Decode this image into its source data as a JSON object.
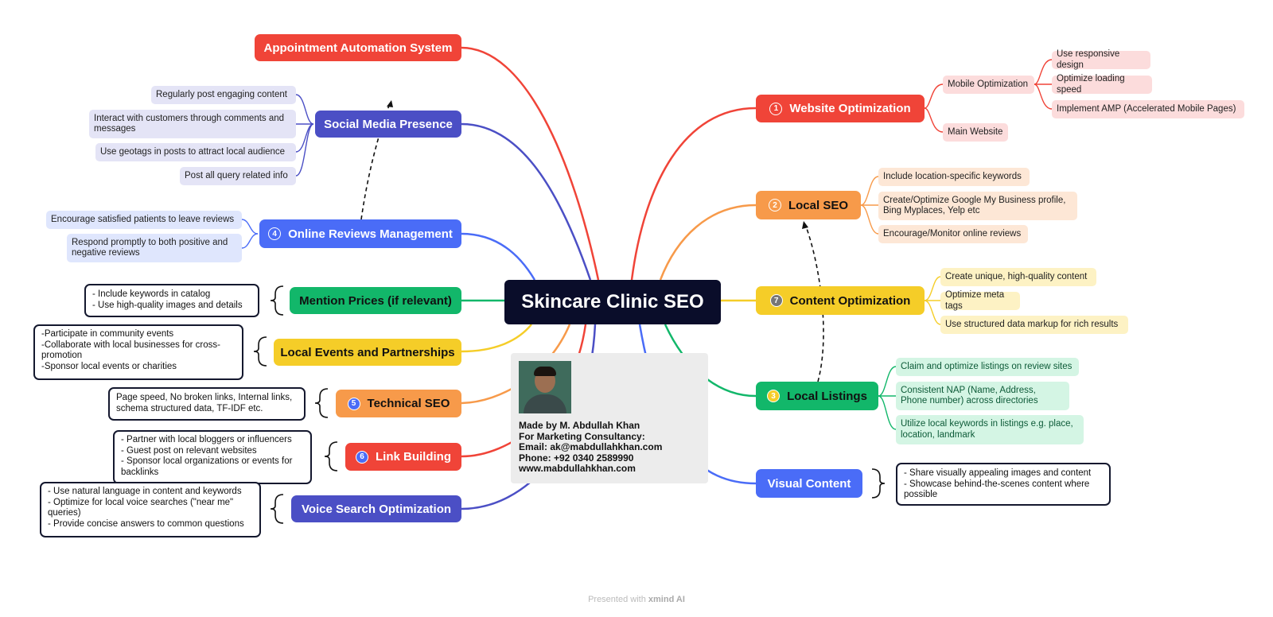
{
  "center": {
    "title": "Skincare Clinic SEO"
  },
  "card": {
    "lines": [
      "Made by M. Abdullah Khan",
      "For Marketing Consultancy:",
      "Email: ak@mabdullahkhan.com",
      "Phone: +92 0340 2589990",
      "www.mabdullahkhan.com"
    ]
  },
  "footer": {
    "prefix": "Presented with ",
    "brand": "xmind AI"
  },
  "left_topics": {
    "appointment": {
      "label": "Appointment Automation System",
      "color": "#f04438"
    },
    "social": {
      "label": "Social Media Presence",
      "color": "#4b4fc5",
      "items": [
        "Regularly post engaging content",
        "Interact with customers through comments and messages",
        "Use geotags in posts to attract local audience",
        "Post all query related info"
      ]
    },
    "reviews": {
      "label": "Online Reviews Management",
      "num": "4",
      "color": "#4a6cf7",
      "items": [
        "Encourage satisfied patients to leave reviews",
        "Respond promptly to both positive and negative reviews"
      ]
    },
    "prices": {
      "label": "Mention Prices (if relevant)",
      "color": "#12b76a",
      "note": [
        "- Include keywords in catalog",
        "- Use high-quality images and details"
      ]
    },
    "events": {
      "label": "Local Events and Partnerships",
      "color": "#f5cd28",
      "note": [
        "-Participate in community events",
        "-Collaborate with local businesses for cross-promotion",
        "-Sponsor local events or charities"
      ]
    },
    "technical": {
      "label": "Technical SEO",
      "num": "5",
      "color": "#f79a4a",
      "note": [
        "Page speed, No broken links, Internal links, schema structured data, TF-IDF etc."
      ]
    },
    "links": {
      "label": "Link Building",
      "num": "6",
      "color": "#f04438",
      "note": [
        "- Partner with local bloggers or influencers",
        "- Guest post on relevant websites",
        "- Sponsor local organizations or events for backlinks"
      ]
    },
    "voice": {
      "label": "Voice Search Optimization",
      "color": "#4b4fc5",
      "note": [
        "- Use natural language in content and keywords",
        "- Optimize for local voice searches (\"near me\" queries)",
        "- Provide concise answers to common questions"
      ]
    }
  },
  "right_topics": {
    "website": {
      "label": "Website Optimization",
      "num": "1",
      "color": "#f04438",
      "mobile": "Mobile Optimization",
      "main": "Main Website",
      "mobile_items": [
        "Use responsive design",
        "Optimize loading speed",
        "Implement AMP (Accelerated Mobile Pages)"
      ]
    },
    "localseo": {
      "label": "Local SEO",
      "num": "2",
      "color": "#f79a4a",
      "items": [
        "Include location-specific keywords",
        "Create/Optimize Google My Business profile, Bing Myplaces, Yelp etc",
        "Encourage/Monitor online reviews"
      ]
    },
    "content": {
      "label": "Content Optimization",
      "num": "7",
      "color": "#f5cd28",
      "items": [
        "Create unique, high-quality content",
        "Optimize meta tags",
        "Use structured data markup for rich results"
      ]
    },
    "listings": {
      "label": "Local Listings",
      "num": "3",
      "color": "#12b76a",
      "items": [
        "Claim and optimize listings on review sites",
        "Consistent NAP (Name, Address, Phone number) across directories",
        "Utilize local keywords in listings e.g. place, location, landmark"
      ]
    },
    "visual": {
      "label": "Visual Content",
      "color": "#4a6cf7",
      "note": [
        "- Share visually appealing images and content",
        "- Showcase behind-the-scenes content where possible"
      ]
    }
  }
}
